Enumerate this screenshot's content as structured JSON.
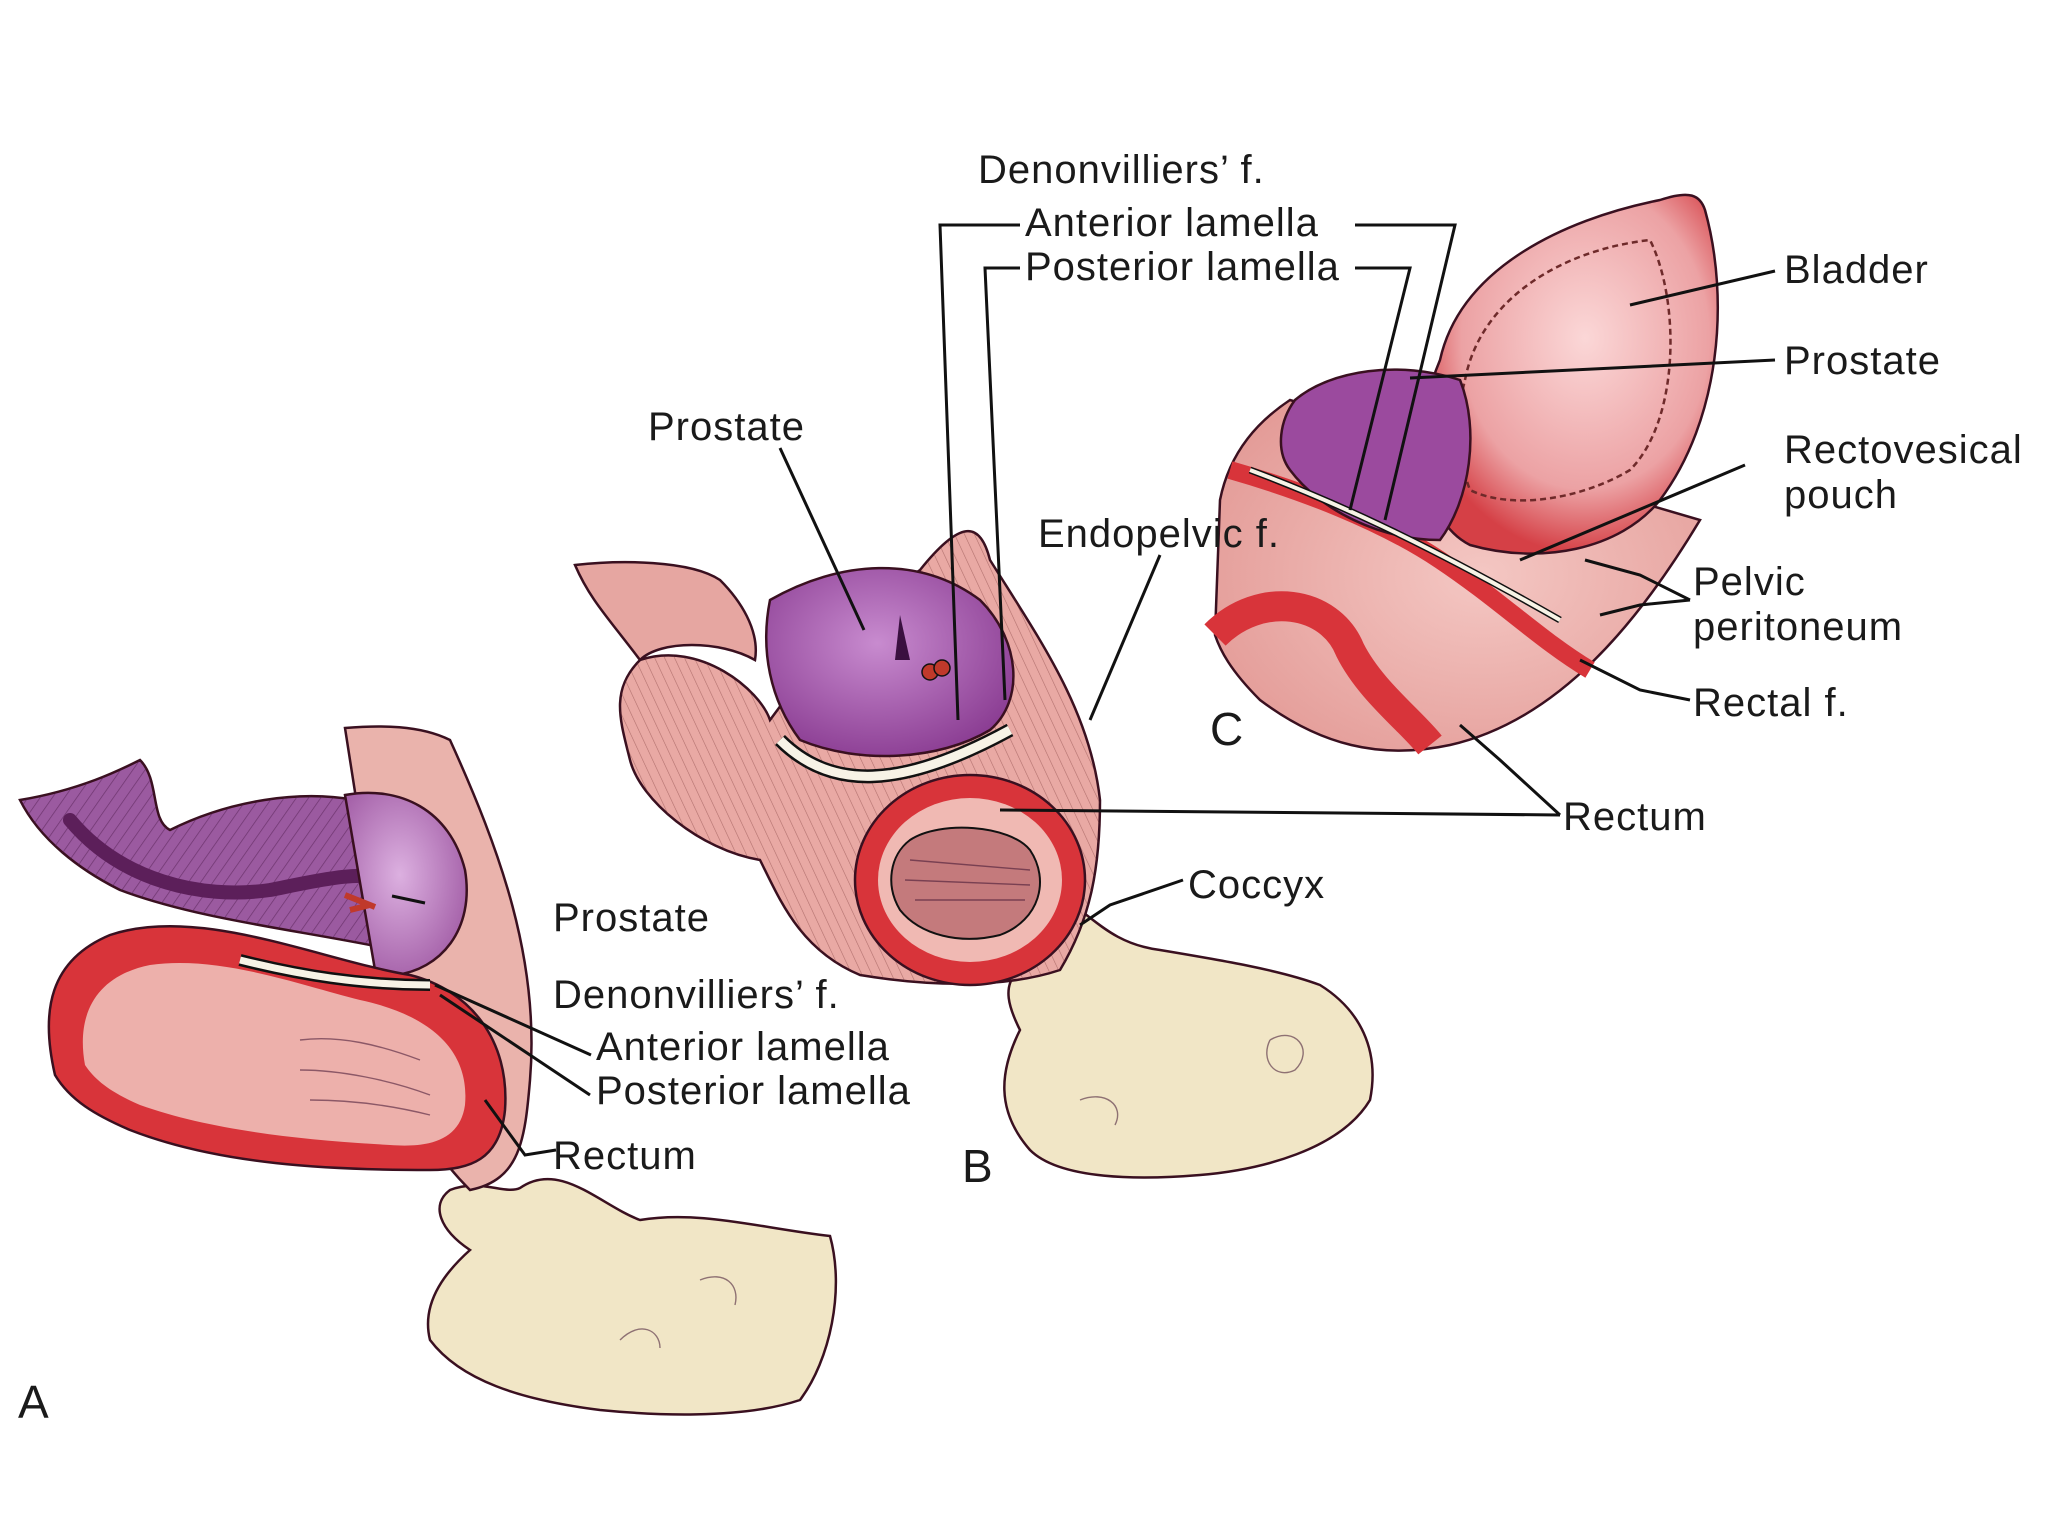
{
  "panels": {
    "a": "A",
    "b": "B",
    "c": "C"
  },
  "panel_a": {
    "prostate": "Prostate",
    "denonvilliers": "Denonvilliers’ f.",
    "anterior_lamella": "Anterior lamella",
    "posterior_lamella": "Posterior lamella",
    "rectum": "Rectum"
  },
  "panel_b": {
    "prostate": "Prostate",
    "denonvilliers": "Denonvilliers’ f.",
    "anterior_lamella": "Anterior lamella",
    "posterior_lamella": "Posterior lamella",
    "endopelvic": "Endopelvic f.",
    "coccyx": "Coccyx",
    "rectum": "Rectum"
  },
  "panel_c": {
    "bladder": "Bladder",
    "prostate": "Prostate",
    "rectovesical_1": "Rectovesical",
    "rectovesical_2": "pouch",
    "pelvic_1": "Pelvic",
    "pelvic_2": "peritoneum",
    "rectal_fascia": "Rectal f."
  },
  "colors": {
    "prostate": "#9b4a9e",
    "prostate_light": "#c98fd0",
    "rectum_wall": "#d8343a",
    "rectum_mucosa": "#e7a0a0",
    "pink_tissue": "#e9a9a4",
    "bladder": "#f3b5b5",
    "bone": "#f1e6c6",
    "fascia": "#f7f3e6",
    "line": "#111111"
  }
}
